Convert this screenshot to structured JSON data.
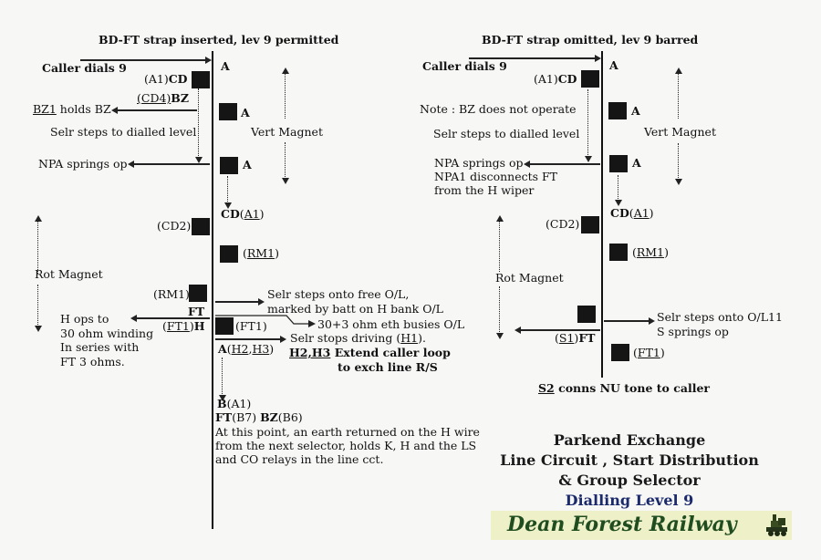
{
  "left_panel": {
    "heading": "BD-FT strap inserted, lev 9 permitted",
    "caller_dials": "Caller dials 9",
    "relay_A_top": "A",
    "a1_cd_prefix": "(A1)",
    "a1_cd_bold": "CD",
    "cd4_prefix": "(CD4)",
    "cd4_bold": "BZ",
    "bz1_u": "BZ1",
    "bz1_rest": " holds BZ",
    "relay_A2": "A",
    "selr_steps": "Selr steps to dialled level",
    "vert_magnet": "Vert Magnet",
    "npa_springs": "NPA springs op",
    "relay_A3": "A",
    "cd_a1_bold": "CD",
    "cd_a1_u": "A1",
    "cd2": "(CD2)",
    "rm1": "RM1",
    "rot_magnet": "Rot Magnet",
    "rm1_ft_prefix": "(RM1)",
    "ft_bold": "FT",
    "ft1_h_u": "FT1",
    "ft1_h_bold": "H",
    "ft1_right": "(FT1)",
    "h_ops": [
      "H ops to",
      "30 ohm winding",
      "In series with",
      "FT 3 ohms."
    ],
    "selr_free": [
      "Selr steps onto free O/L,",
      "marked by batt on H bank O/L"
    ],
    "busies": "30+3 ohm eth busies O/L",
    "stops_driving_pre": "Selr stops driving (",
    "stops_driving_u": "H1",
    "stops_driving_post": ").",
    "a_h2h3_bold": "A",
    "a_h2h3_u1": "H2",
    "a_h2h3_u2": "H3",
    "extend_u": "H2,H3",
    "extend_rest": " Extend caller loop",
    "extend_line2": "to exch line R/S",
    "b_a1_bold": "B",
    "b_a1": "(A1)",
    "ft_b7_bold": "FT",
    "ft_b7": "(B7) ",
    "bz_b6_bold": "BZ",
    "bz_b6": "(B6)",
    "note": [
      "At this point, an earth returned on the H wire",
      "from the next selector, holds K, H and the LS",
      "and CO relays in the line cct."
    ]
  },
  "right_panel": {
    "heading": "BD-FT strap omitted, lev 9 barred",
    "caller_dials": "Caller dials 9",
    "relay_A_top": "A",
    "a1_cd_prefix": "(A1)",
    "a1_cd_bold": "CD",
    "note_bz": "Note : BZ does not operate",
    "relay_A2": "A",
    "selr_steps": "Selr steps to dialled level",
    "vert_magnet": "Vert Magnet",
    "npa_lines": [
      "NPA springs op",
      "NPA1 disconnects FT",
      "from the H wiper"
    ],
    "relay_A3": "A",
    "cd_a1_bold": "CD",
    "cd_a1_u": "A1",
    "cd2": "(CD2)",
    "rm1": "RM1",
    "rot_magnet": "Rot Magnet",
    "selr_onto": [
      "Selr steps onto O/L11",
      "S springs op"
    ],
    "s1_u": "S1",
    "s1_bold": "FT",
    "ft1": "FT1",
    "s2_u": "S2",
    "s2_rest": " conns NU tone to caller"
  },
  "title_block": {
    "line1": "Parkend Exchange",
    "line2": "Line Circuit , Start Distribution",
    "line3": "& Group Selector",
    "line4": "Dialling Level 9",
    "banner": "Dean Forest Railway",
    "banner_icon": "steam-locomotive-icon",
    "colors": {
      "title_blue": "#1b2a6b",
      "banner_bg": "#eef0c8",
      "banner_text": "#1f4d1f"
    }
  }
}
